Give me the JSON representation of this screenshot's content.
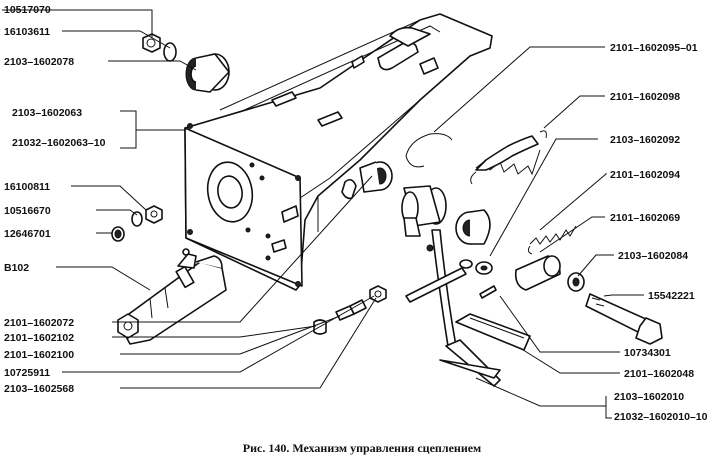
{
  "caption": "Рис. 140. Механизм управления сцеплением",
  "labels_left": [
    "10517070",
    "16103611",
    "2103–1602078",
    "2103–1602063",
    "21032–1602063–10",
    "16100811",
    "10516670",
    "12646701",
    "В102",
    "2101–1602072",
    "2101–1602102",
    "2101–1602100",
    "10725911",
    "2103–1602568"
  ],
  "labels_right": [
    "2101–1602095–01",
    "2101–1602098",
    "2103–1602092",
    "2101–1602094",
    "2101–1602069",
    "2103–1602084",
    "15542221",
    "10734301",
    "2101–1602048",
    "2103–1602010",
    "21032–1602010–10"
  ]
}
